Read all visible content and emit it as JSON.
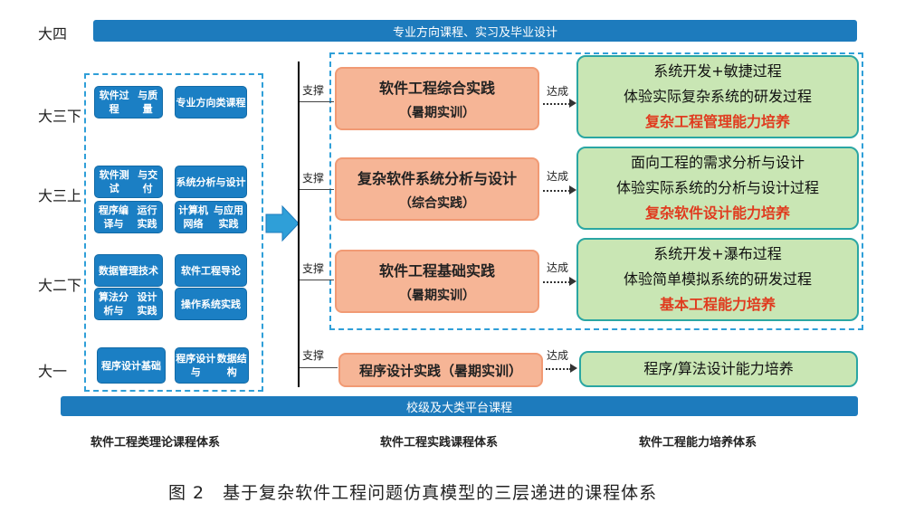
{
  "years": [
    "大四",
    "大三下",
    "大三上",
    "大二下",
    "大一"
  ],
  "banner_top": "专业方向课程、实习及毕业设计",
  "banner_bottom": "校级及大类平台课程",
  "courses": [
    [
      "软件过程",
      "与质量"
    ],
    [
      "专业方向",
      "类课程"
    ],
    [
      "软件测试",
      "与交付"
    ],
    [
      "系统分析",
      "与设计"
    ],
    [
      "程序编译与",
      "运行实践"
    ],
    [
      "计算机网络",
      "与应用实践"
    ],
    [
      "数据管理",
      "技术"
    ],
    [
      "软件工程",
      "导论"
    ],
    [
      "算法分析与",
      "设计实践"
    ],
    [
      "操作系统",
      "实践"
    ],
    [
      "程序设计",
      "基础"
    ],
    [
      "程序设计与",
      "数据结构"
    ]
  ],
  "support_label": "支撑",
  "achieve_label": "达成",
  "practices": [
    {
      "title": "软件工程综合实践",
      "sub": "（暑期实训）"
    },
    {
      "title": "复杂软件系统分析与设计",
      "sub": "（综合实践）"
    },
    {
      "title": "软件工程基础实践",
      "sub": "（暑期实训）"
    },
    {
      "title": "程序设计实践（暑期实训）",
      "sub": ""
    }
  ],
  "abilities": [
    {
      "line1": "系统开发+敏捷过程",
      "line2": "体验实际复杂系统的研发过程",
      "red": "复杂工程管理能力培养"
    },
    {
      "line1": "面向工程的需求分析与设计",
      "line2": "体验实际系统的分析与设计过程",
      "red": "复杂软件设计能力培养"
    },
    {
      "line1": "系统开发+瀑布过程",
      "line2": "体验简单模拟系统的研发过程",
      "red": "基本工程能力培养"
    },
    {
      "line1": "程序/算法设计能力培养",
      "line2": "",
      "red": ""
    }
  ],
  "footer": [
    "软件工程类理论课程体系",
    "软件工程实践课程体系",
    "软件工程能力培养体系"
  ],
  "caption": "图 2　基于复杂软件工程问题仿真模型的三层递进的课程体系"
}
